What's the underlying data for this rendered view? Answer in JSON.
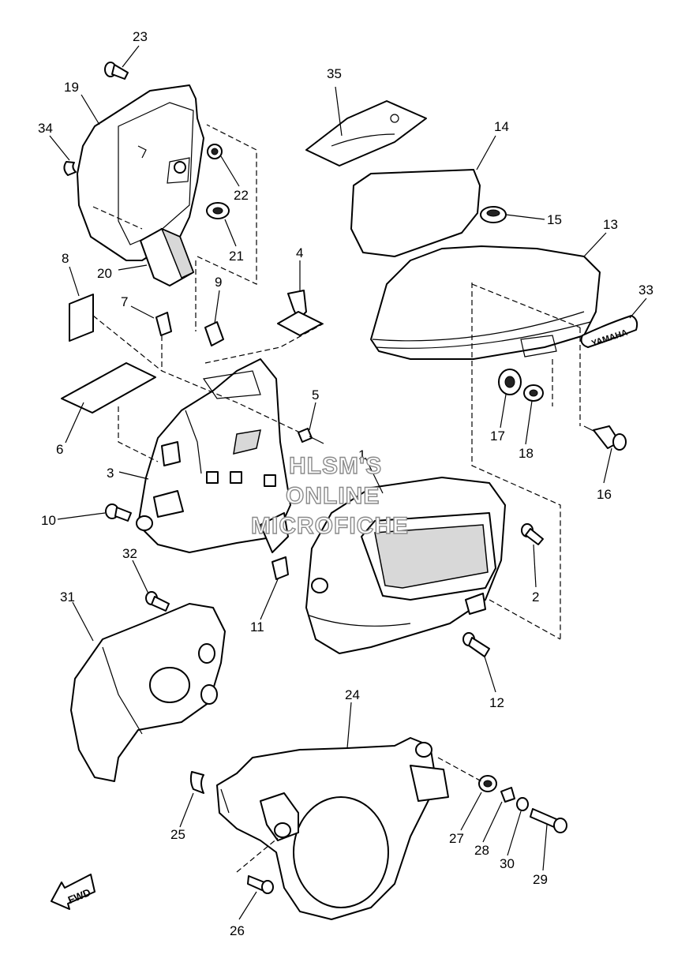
{
  "callouts": [
    {
      "id": "1",
      "label": "1"
    },
    {
      "id": "2",
      "label": "2"
    },
    {
      "id": "3",
      "label": "3"
    },
    {
      "id": "4",
      "label": "4"
    },
    {
      "id": "5",
      "label": "5"
    },
    {
      "id": "6",
      "label": "6"
    },
    {
      "id": "7",
      "label": "7"
    },
    {
      "id": "8",
      "label": "8"
    },
    {
      "id": "9",
      "label": "9"
    },
    {
      "id": "10",
      "label": "10"
    },
    {
      "id": "11",
      "label": "11"
    },
    {
      "id": "12",
      "label": "12"
    },
    {
      "id": "13",
      "label": "13"
    },
    {
      "id": "14",
      "label": "14"
    },
    {
      "id": "15",
      "label": "15"
    },
    {
      "id": "16",
      "label": "16"
    },
    {
      "id": "17",
      "label": "17"
    },
    {
      "id": "18",
      "label": "18"
    },
    {
      "id": "19",
      "label": "19"
    },
    {
      "id": "20",
      "label": "20"
    },
    {
      "id": "21",
      "label": "21"
    },
    {
      "id": "22",
      "label": "22"
    },
    {
      "id": "23",
      "label": "23"
    },
    {
      "id": "24",
      "label": "24"
    },
    {
      "id": "25",
      "label": "25"
    },
    {
      "id": "26",
      "label": "26"
    },
    {
      "id": "27",
      "label": "27"
    },
    {
      "id": "28",
      "label": "28"
    },
    {
      "id": "29",
      "label": "29"
    },
    {
      "id": "30",
      "label": "30"
    },
    {
      "id": "31",
      "label": "31"
    },
    {
      "id": "32",
      "label": "32"
    },
    {
      "id": "33",
      "label": "33"
    },
    {
      "id": "34",
      "label": "34"
    },
    {
      "id": "35",
      "label": "35"
    }
  ],
  "watermark": {
    "line1": "HLSM'S",
    "line2": "ONLINE",
    "line3": "MICROFICHE"
  },
  "emblem_text": "YAMAHA",
  "direction_label": "FWD"
}
